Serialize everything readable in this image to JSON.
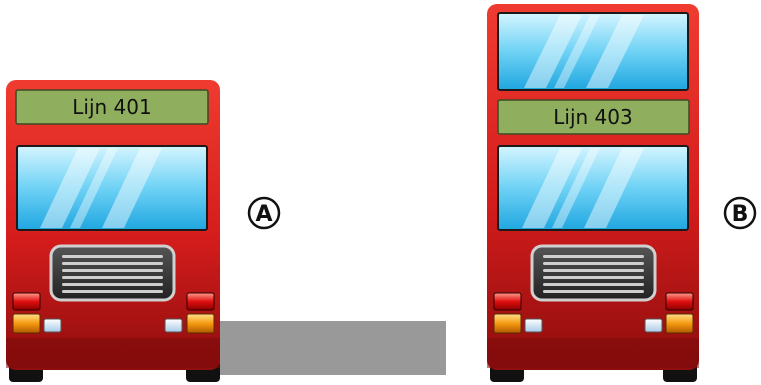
{
  "bus_a": {
    "sign": "Lijn 401",
    "marker": "A"
  },
  "bus_b": {
    "sign": "Lijn 403",
    "marker": "B"
  },
  "colors": {
    "bus_body_top": "#e52a24",
    "bus_body_bottom": "#8e0d0d",
    "sign_bg": "#8fae5e",
    "glass_top": "#c7f1ff",
    "glass_bottom": "#2fb3e8",
    "road": "#999999"
  }
}
